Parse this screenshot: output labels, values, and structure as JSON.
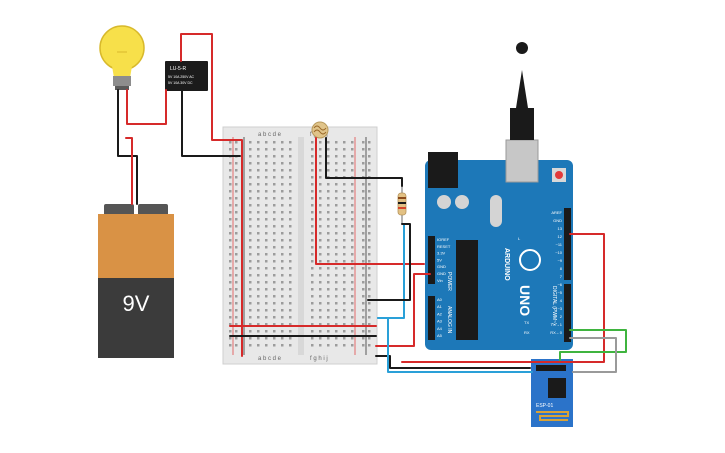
{
  "colors": {
    "wire_red": "#d62a2a",
    "wire_black": "#1a1a1a",
    "wire_blue": "#2aa0d8",
    "wire_green": "#3fb43f",
    "wire_gray": "#9a9a9a",
    "arduino_blue": "#1d78b8",
    "esp_blue": "#2b73c9",
    "bulb_yellow": "#f7e04a",
    "battery_orange": "#d99245",
    "battery_dark": "#3b3b3b"
  },
  "battery": {
    "label": "9V"
  },
  "relay": {
    "label": "LU-5-R",
    "line1": "5V 10A 250V AC",
    "line2": "5V 10A 30V DC"
  },
  "breadboard": {
    "cols_left": "a b c d e",
    "cols_right": "f g h i j"
  },
  "arduino": {
    "brand": "ARDUINO",
    "model": "UNO",
    "power_header": "POWER",
    "analog_header": "ANALOG IN",
    "digital_header": "DIGITAL (PWM~)",
    "power_pins": [
      "IOREF",
      "RESET",
      "3.3V",
      "5V",
      "GND",
      "GND",
      "Vin"
    ],
    "analog_pins": [
      "A0",
      "A1",
      "A2",
      "A3",
      "A4",
      "A5"
    ],
    "digital_pins": [
      "AREF",
      "GND",
      "13",
      "12",
      "~11",
      "~10",
      "~9",
      "8",
      "7",
      "~6",
      "~5",
      "4",
      "~3",
      "2",
      "TX→1",
      "RX←0"
    ],
    "led_labels": [
      "L",
      "TX",
      "RX"
    ]
  },
  "esp": {
    "label": "ESP-01"
  }
}
